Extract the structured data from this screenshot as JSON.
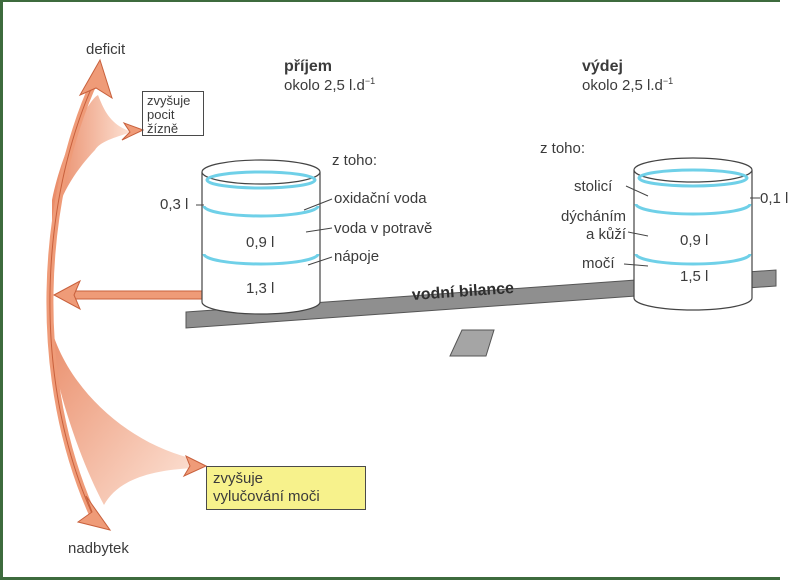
{
  "axis": {
    "top_label": "deficit",
    "bottom_label": "nadbytek"
  },
  "thirst_box": {
    "lines": [
      "zvyšuje",
      "pocit",
      "žízně"
    ]
  },
  "urine_box": {
    "lines": [
      "zvyšuje",
      "vylučování moči"
    ],
    "fill": "#f7f28c"
  },
  "intake": {
    "title": "příjem",
    "amount": "okolo 2,5 l.d",
    "amount_exp": "−1",
    "of_which": "z toho:",
    "items": [
      {
        "label": "oxidační voda",
        "value": "0,3 l"
      },
      {
        "label": "voda v potravě",
        "value": "0,9 l"
      },
      {
        "label": "nápoje",
        "value": "1,3 l"
      }
    ]
  },
  "output": {
    "title": "výdej",
    "amount": "okolo 2,5 l.d",
    "amount_exp": "−1",
    "of_which": "z toho:",
    "items": [
      {
        "label_lines": [
          "stolicí"
        ],
        "value": "0,1 l"
      },
      {
        "label_lines": [
          "dýcháním",
          "a kůží"
        ],
        "value": "0,9 l"
      },
      {
        "label_lines": [
          "močí"
        ],
        "value": "1,5 l"
      }
    ]
  },
  "balance_label": "vodní bilance",
  "colors": {
    "arrow": "#ef9b78",
    "arrow_dark": "#c8603c",
    "board": "#8f8f8f",
    "water_line": "#6fd0e8",
    "frame": "#3d6b3d"
  }
}
